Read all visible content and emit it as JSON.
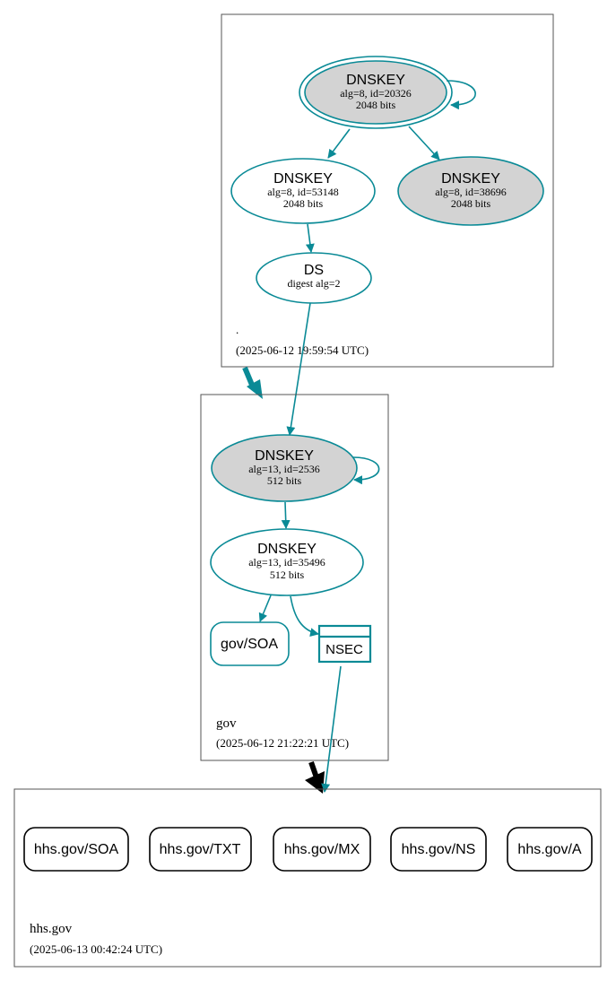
{
  "colors": {
    "edge": "#0a8a96",
    "key_fill_gray": "#d3d3d3",
    "black": "#000000"
  },
  "zones": {
    "root": {
      "name": ".",
      "timestamp": "(2025-06-12 19:59:54 UTC)"
    },
    "gov": {
      "name": "gov",
      "timestamp": "(2025-06-12 21:22:21 UTC)"
    },
    "hhs": {
      "name": "hhs.gov",
      "timestamp": "(2025-06-13 00:42:24 UTC)"
    }
  },
  "nodes": {
    "root_ksk": {
      "title": "DNSKEY",
      "line1": "alg=8, id=20326",
      "line2": "2048 bits"
    },
    "root_zsk1": {
      "title": "DNSKEY",
      "line1": "alg=8, id=53148",
      "line2": "2048 bits"
    },
    "root_zsk2": {
      "title": "DNSKEY",
      "line1": "alg=8, id=38696",
      "line2": "2048 bits"
    },
    "root_ds": {
      "title": "DS",
      "line1": "digest alg=2"
    },
    "gov_ksk": {
      "title": "DNSKEY",
      "line1": "alg=13, id=2536",
      "line2": "512 bits"
    },
    "gov_zsk": {
      "title": "DNSKEY",
      "line1": "alg=13, id=35496",
      "line2": "512 bits"
    },
    "gov_soa": {
      "title": "gov/SOA"
    },
    "gov_nsec": {
      "title": "NSEC"
    }
  },
  "records": [
    "hhs.gov/SOA",
    "hhs.gov/TXT",
    "hhs.gov/MX",
    "hhs.gov/NS",
    "hhs.gov/A"
  ]
}
